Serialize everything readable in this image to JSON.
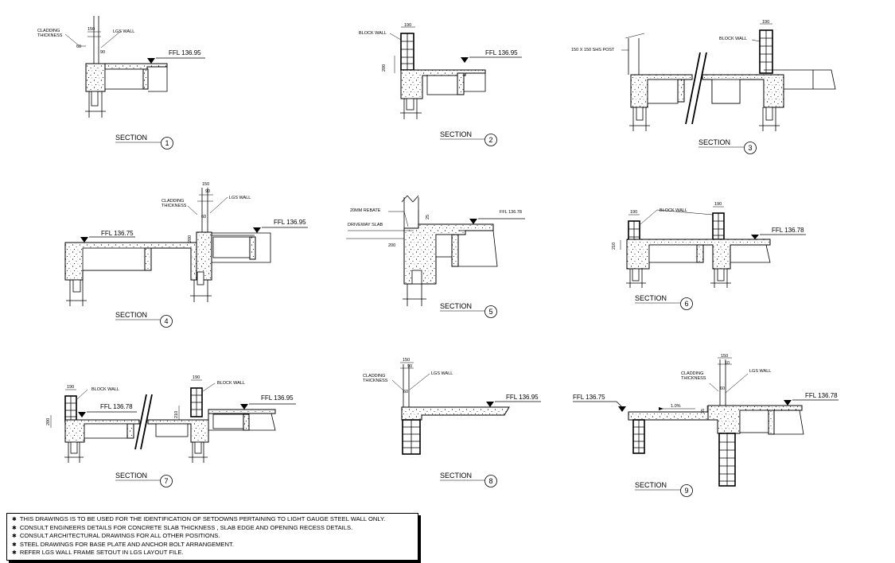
{
  "labels": {
    "cladding_thickness_1": "CLADDING",
    "cladding_thickness_2": "THICKNESS",
    "lgs_wall": "LGS WALL",
    "block_wall": "BLOCK WALL",
    "shs_post": "150 X 150 SHS POST",
    "rebate": "20MM REBATE",
    "driveway_slab": "DRIVEWAY SLAB",
    "slope": "1.0%"
  },
  "dimensions": {
    "d150": "150",
    "d90": "90",
    "d60": "60",
    "d190": "190",
    "d200": "200",
    "d210": "210",
    "d25": "25",
    "d35": "35",
    "d10": "10"
  },
  "levels": {
    "ffl_13695": "FFL 136.95",
    "ffl_13675": "FFL 136.75",
    "ffl_13678": "FFL 136.78"
  },
  "section_word": "SECTION",
  "section_numbers": [
    "1",
    "2",
    "3",
    "4",
    "5",
    "6",
    "7",
    "8",
    "9"
  ],
  "notes": [
    "THIS DRAWINGS IS TO BE USED FOR THE IDENTIFICATION OF SETDOWNS PERTAINING TO LIGHT GAUGE STEEL WALL ONLY.",
    "CONSULT ENGINEERS DETAILS FOR CONCRETE SLAB THICKNESS , SLAB EDGE  AND OPENING RECESS DETAILS.",
    "CONSULT ARCHITECTURAL DRAWINGS FOR ALL OTHER POSITIONS.",
    "STEEL DRAWINGS FOR  BASE PLATE AND ANCHOR BOLT ARRANGEMENT.",
    "REFER LGS WALL FRAME SETOUT IN LGS LAYOUT FILE."
  ]
}
